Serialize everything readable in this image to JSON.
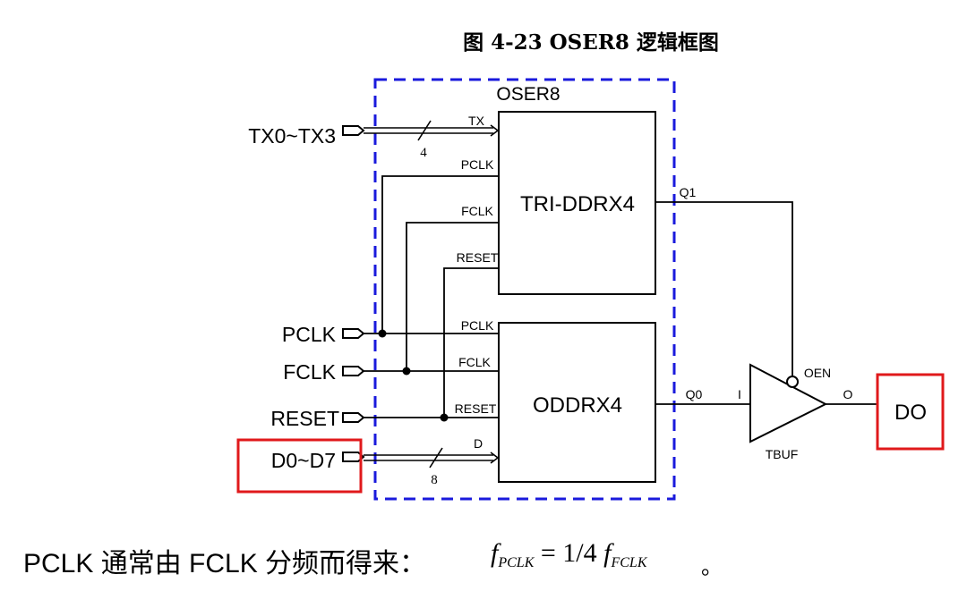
{
  "title": "图 4-23 OSER8 逻辑框图",
  "module_label": "OSER8",
  "blocks": {
    "tri": "TRI-DDRX4",
    "oddr": "ODDRX4",
    "tbuf": "TBUF"
  },
  "inputs": {
    "tx": "TX0~TX3",
    "pclk": "PCLK",
    "fclk": "FCLK",
    "reset": "RESET",
    "d": "D0~D7"
  },
  "output": "DO",
  "pins": {
    "tx": "TX",
    "pclk_top": "PCLK",
    "fclk_top": "FCLK",
    "reset_top": "RESET",
    "q1": "Q1",
    "pclk_bot": "PCLK",
    "fclk_bot": "FCLK",
    "reset_bot": "RESET",
    "d": "D",
    "q0": "Q0",
    "tbuf_i": "I",
    "tbuf_oen": "OEN",
    "tbuf_o": "O"
  },
  "bus_widths": {
    "tx": "4",
    "d": "8"
  },
  "caption": {
    "text": "PCLK 通常由 FCLK 分频而得来：",
    "formula_f1": "f",
    "formula_sub1": "PCLK",
    "formula_mid": " = 1/4 ",
    "formula_f2": "f",
    "formula_sub2": "FCLK",
    "end": "。"
  },
  "colors": {
    "module_border": "#1a1adc",
    "highlight_box": "#e0191b",
    "line": "#000000"
  }
}
